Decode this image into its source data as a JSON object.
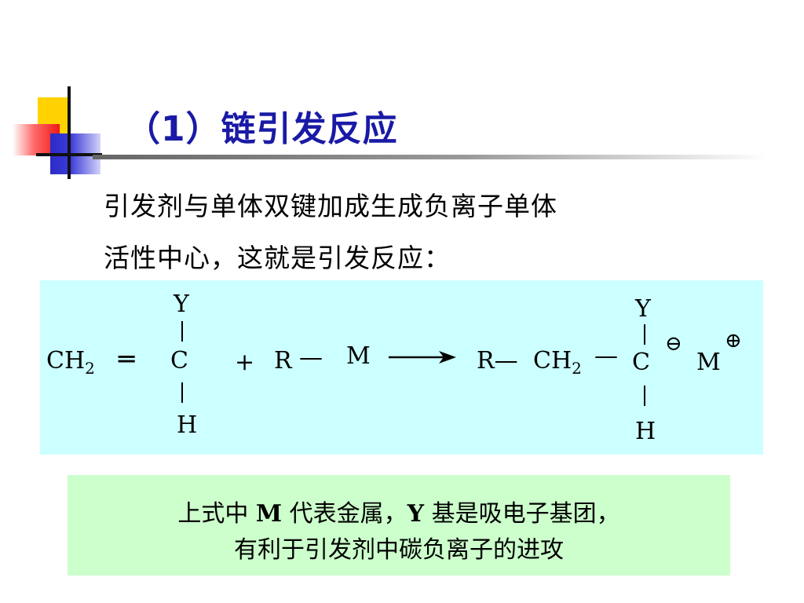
{
  "slide": {
    "title": "（1）链引发反应",
    "body_lines": [
      "引发剂与单体双键加成生成负离子单体",
      "活性中心，这就是引发反应："
    ]
  },
  "equation": {
    "reactant1": {
      "ch2": "CH",
      "ch2_sub": "2",
      "double_bond": "═",
      "top_sub": "Y",
      "center": "C",
      "bottom_sub": "H"
    },
    "plus": "+",
    "reactant2": {
      "r": "R",
      "bond": "—",
      "m": "M"
    },
    "product": {
      "r": "R—",
      "ch2": "CH",
      "ch2_sub": "2",
      "bond": "—",
      "top_sub": "Y",
      "center": "C",
      "bottom_sub": "H",
      "anion_charge": "⊖",
      "metal": "M",
      "cation_charge": "⊕"
    }
  },
  "note": {
    "line1": {
      "pre": "上式中 ",
      "m": "M",
      "mid": " 代表金属，",
      "y": "Y",
      "post": " 基是吸电子基团，"
    },
    "line2": "有利于引发剂中碳负离子的进攻"
  },
  "colors": {
    "title": "#1a1aa6",
    "equation_bg": "#ccffff",
    "note_bg": "#ccffcc"
  }
}
